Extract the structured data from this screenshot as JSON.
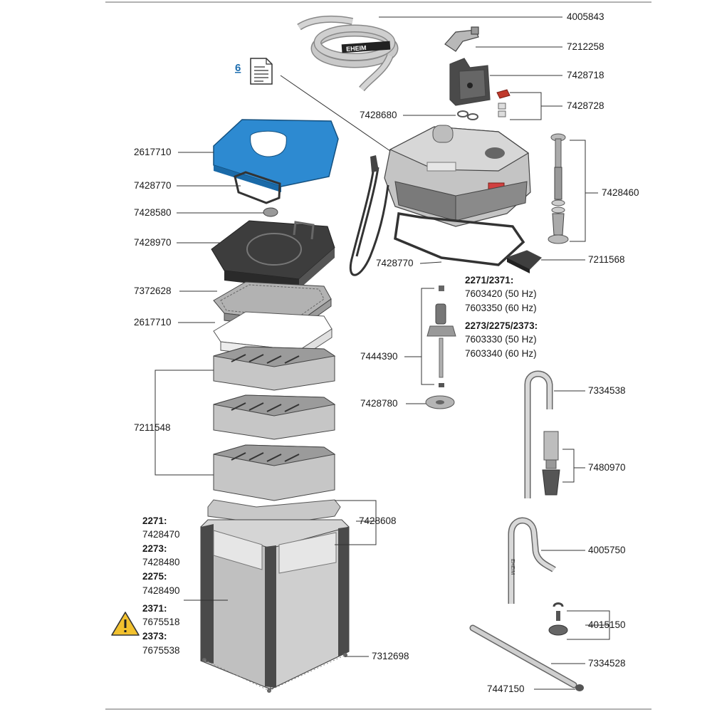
{
  "parts": {
    "p4005843": "4005843",
    "p7212258": "7212258",
    "p7428718": "7428718",
    "p7428728": "7428728",
    "p7428680": "7428680",
    "p2617710_top": "2617710",
    "p7428460": "7428460",
    "p7428770_left": "7428770",
    "p7428580": "7428580",
    "p7428970": "7428970",
    "p7211568": "7211568",
    "p7428770_right": "7428770",
    "p7372628": "7372628",
    "p2617710_mid": "2617710",
    "p7444390": "7444390",
    "p7334538": "7334538",
    "p7211548": "7211548",
    "p7428780": "7428780",
    "p7480970": "7480970",
    "p7428608": "7428608",
    "p4005750": "4005750",
    "p4015150": "4015150",
    "p7312698": "7312698",
    "p7334528": "7334528",
    "p7447150": "7447150"
  },
  "motor_variants": [
    {
      "model": "2271/2371:",
      "lines": [
        "7603420 (50 Hz)",
        "7603350 (60 Hz)"
      ]
    },
    {
      "model": "2273/2275/2373:",
      "lines": [
        "7603330 (50 Hz)",
        "7603340 (60 Hz)"
      ]
    }
  ],
  "canister_variants": [
    {
      "model": "2271:",
      "part": "7428470"
    },
    {
      "model": "2273:",
      "part": "7428480"
    },
    {
      "model": "2275:",
      "part": "7428490"
    },
    {
      "model": "2371:",
      "part": "7675518"
    },
    {
      "model": "2373:",
      "part": "7675538"
    }
  ],
  "document_ref": "6",
  "hose_brand": "EHEIM",
  "tube_brand": "EHEIM",
  "colors": {
    "highlight_part": "#2d8ad1",
    "link": "#1f6fb0",
    "warning": "#f2c12e"
  },
  "icons": [
    "document-icon",
    "warning-icon"
  ]
}
